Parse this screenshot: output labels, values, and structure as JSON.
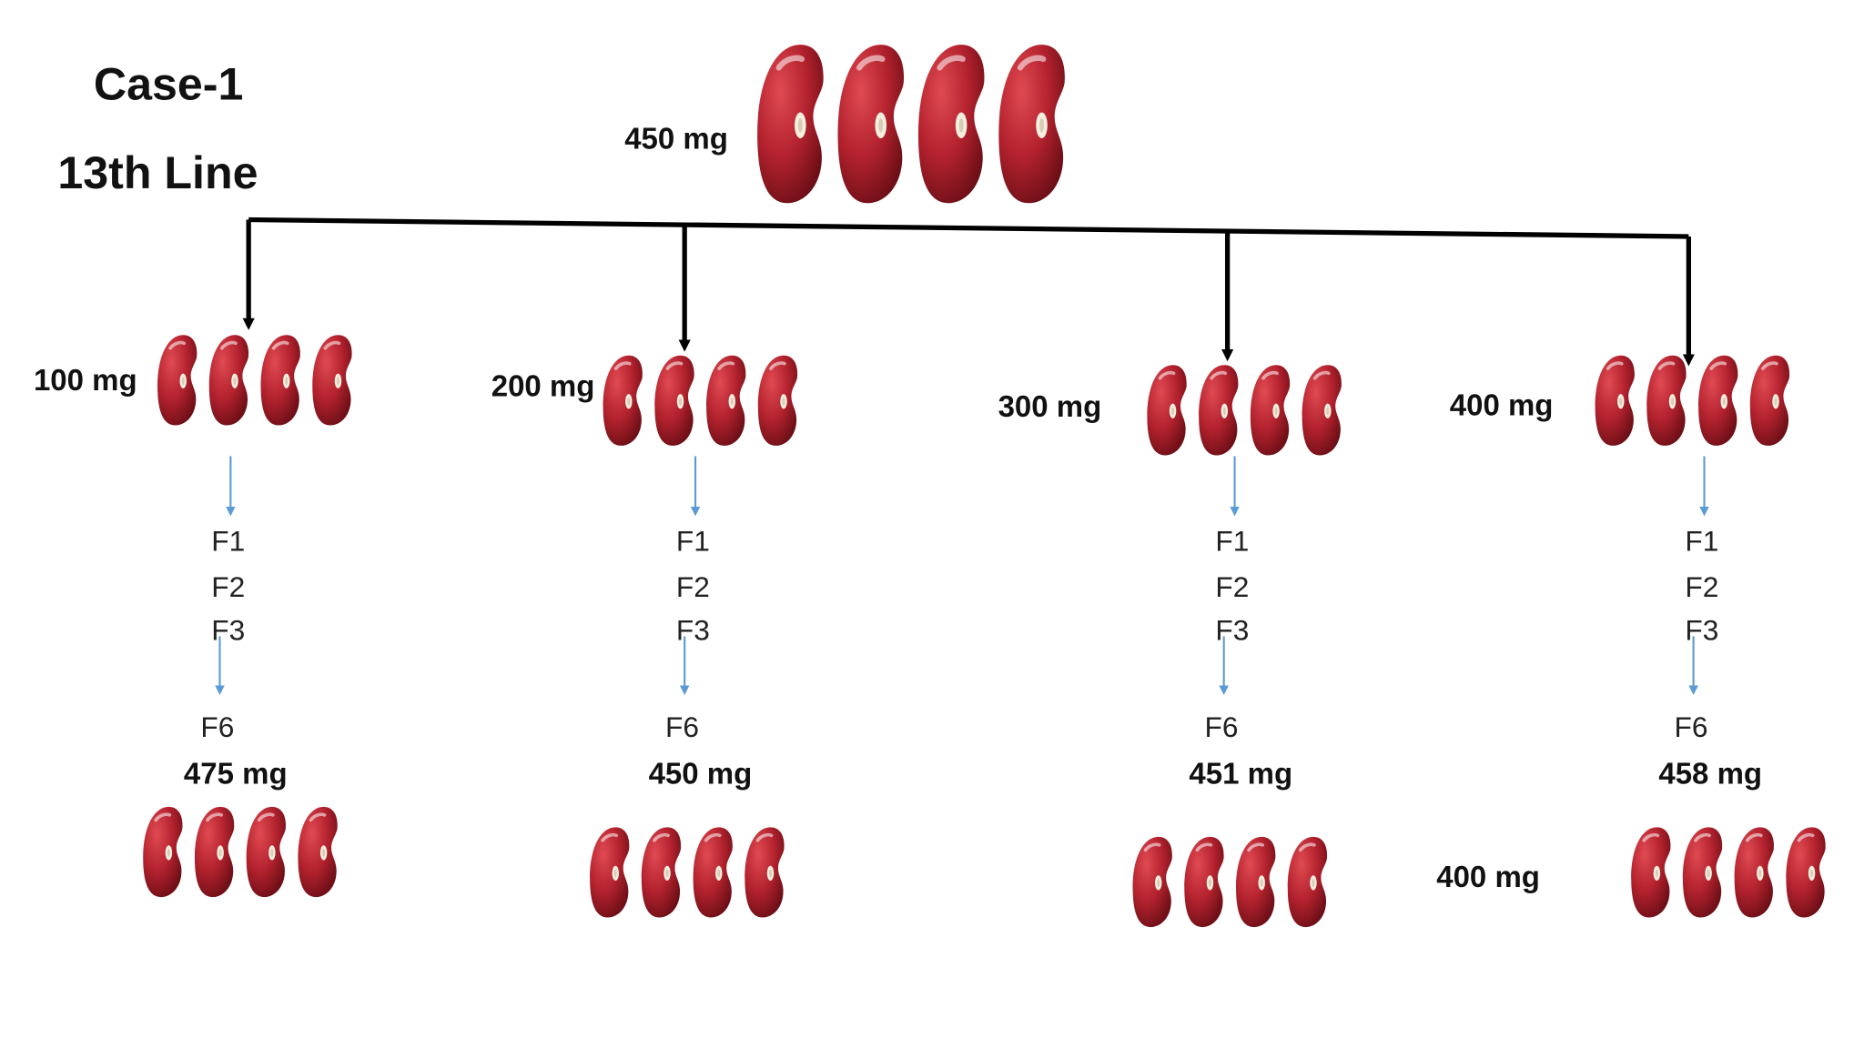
{
  "header": {
    "case": "Case-1",
    "line": "13th Line"
  },
  "parent": {
    "label": "450 mg"
  },
  "branches": [
    {
      "start": "100 mg",
      "gens": [
        "F1",
        "F2",
        "F3"
      ],
      "final_gen": "F6",
      "result": "475 mg"
    },
    {
      "start": "200 mg",
      "gens": [
        "F1",
        "F2",
        "F3"
      ],
      "final_gen": "F6",
      "result": "450 mg"
    },
    {
      "start": "300 mg",
      "gens": [
        "F1",
        "F2",
        "F3"
      ],
      "final_gen": "F6",
      "result": "451 mg"
    },
    {
      "start": "400 mg",
      "gens": [
        "F1",
        "F2",
        "F3"
      ],
      "final_gen": "F6",
      "result": "458 mg",
      "extra": "400 mg"
    }
  ],
  "colors": {
    "bean": "#b3222e",
    "bean_dark": "#6e0f17",
    "main_arrow": "#000000",
    "gen_arrow": "#5b9bd5"
  },
  "icons": [
    "kidney-bean-icon"
  ]
}
